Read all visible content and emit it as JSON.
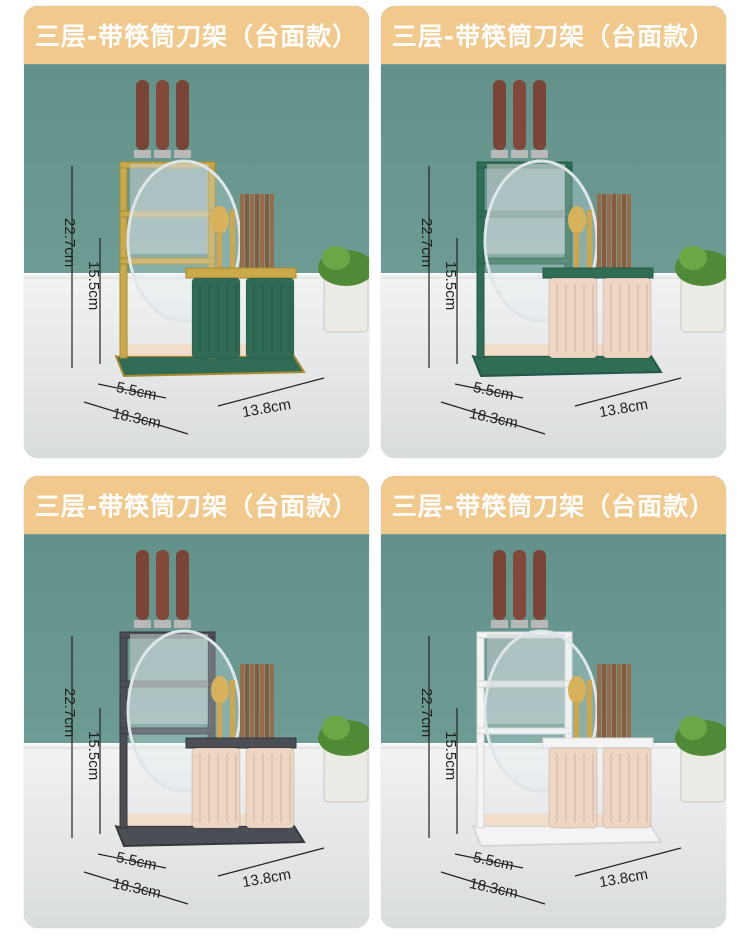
{
  "cards": [
    {
      "title": "三层-带筷筒刀架（台面款）",
      "frame_color": "#c9a94a",
      "frame_dark": "#a88a2e",
      "base_color": "#2f6b55",
      "cup_color": "#2f6b55",
      "dims": {
        "height": "22.7cm",
        "inner_height": "15.5cm",
        "depth": "5.5cm",
        "length": "18.3cm",
        "width": "13.8cm"
      }
    },
    {
      "title": "三层-带筷筒刀架（台面款）",
      "frame_color": "#2f6e55",
      "frame_dark": "#245846",
      "base_color": "#2f6e55",
      "cup_color": "#efd6c2",
      "dims": {
        "height": "22.7cm",
        "inner_height": "15.5cm",
        "depth": "5.5cm",
        "length": "18.3cm",
        "width": "13.8cm"
      }
    },
    {
      "title": "三层-带筷筒刀架（台面款）",
      "frame_color": "#4b4f55",
      "frame_dark": "#35383d",
      "base_color": "#4b4f55",
      "cup_color": "#efd6c2",
      "dims": {
        "height": "22.7cm",
        "inner_height": "15.5cm",
        "depth": "5.5cm",
        "length": "18.3cm",
        "width": "13.8cm"
      }
    },
    {
      "title": "三层-带筷筒刀架（台面款）",
      "frame_color": "#f4f4f4",
      "frame_dark": "#d6d6d6",
      "base_color": "#f4f4f4",
      "cup_color": "#efd6c2",
      "dims": {
        "height": "22.7cm",
        "inner_height": "15.5cm",
        "depth": "5.5cm",
        "length": "18.3cm",
        "width": "13.8cm"
      }
    }
  ]
}
